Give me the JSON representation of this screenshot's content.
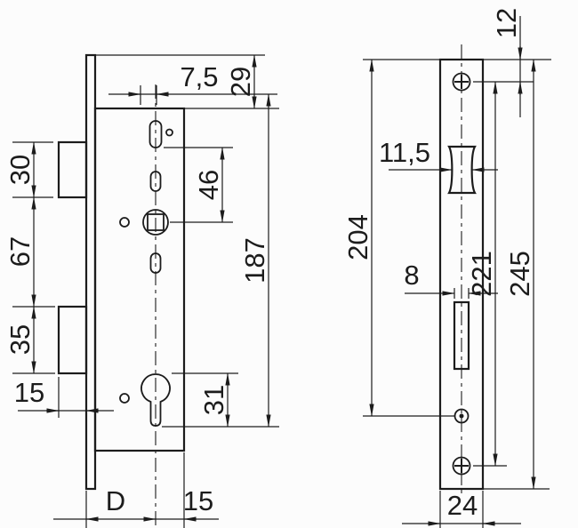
{
  "page": {
    "background": "#fcfcfc",
    "ink": "#1c1c1c",
    "description": "Dimensional technical drawing of a mortise lock: lock case side view and faceplate front view"
  },
  "left_view": {
    "name": "lock-case-side-view",
    "dimensions": {
      "slot_offset": "7,5",
      "plate_top_to_case": "29",
      "latch_height": "30",
      "latch_to_bolt": "67",
      "bolt_height": "35",
      "bolt_throw": "15",
      "slot_to_follower": "46",
      "case_height": "187",
      "cylinder_cutout_height": "31",
      "backset": "D",
      "follower_to_back": "15"
    }
  },
  "right_view": {
    "name": "faceplate-front-view",
    "dimensions": {
      "top_to_screw": "12",
      "latch_cutout_width": "11,5",
      "top_to_hole": "204",
      "bolt_cutout_width": "8",
      "screw_distance": "221",
      "plate_height": "245",
      "plate_width": "24"
    }
  }
}
